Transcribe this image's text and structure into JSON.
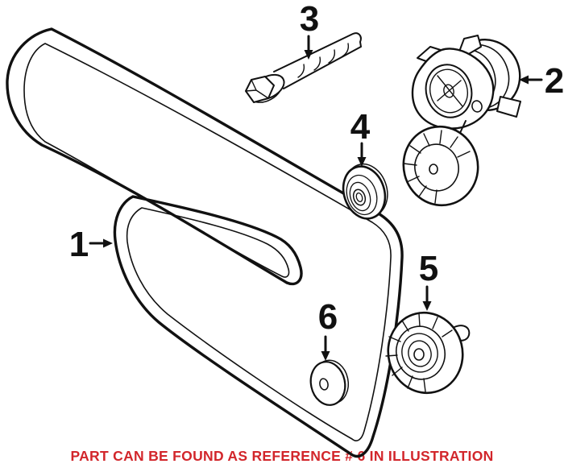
{
  "illustration": {
    "type": "parts-diagram",
    "subject": "engine drive belt and pulleys line drawing",
    "callouts": [
      {
        "label": "1"
      },
      {
        "label": "2"
      },
      {
        "label": "3"
      },
      {
        "label": "4"
      },
      {
        "label": "5"
      },
      {
        "label": "6"
      }
    ]
  },
  "caption": {
    "text": "PART CAN BE FOUND AS REFERENCE # 6 IN ILLUSTRATION",
    "color": "#d2262b"
  },
  "colors": {
    "background": "#ffffff",
    "line": "#111111",
    "caption_red": "#d2262b"
  }
}
